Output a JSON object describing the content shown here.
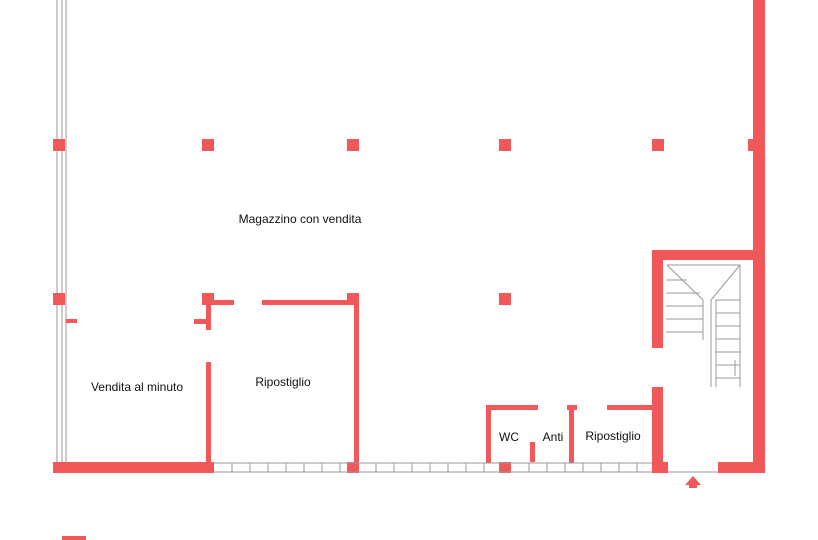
{
  "colors": {
    "wall": "#f0585a",
    "line": "#9a9a9a",
    "background": "#ffffff",
    "text": "#111111"
  },
  "rooms": {
    "warehouse": "Magazzino con vendita",
    "retail": "Vendita al minuto",
    "storage_left": "Ripostiglio",
    "wc": "WC",
    "anti": "Anti",
    "storage_right": "Ripostiglio"
  },
  "icons": {
    "entrance": "entrance-arrow-icon",
    "stairs": "staircase-icon"
  }
}
